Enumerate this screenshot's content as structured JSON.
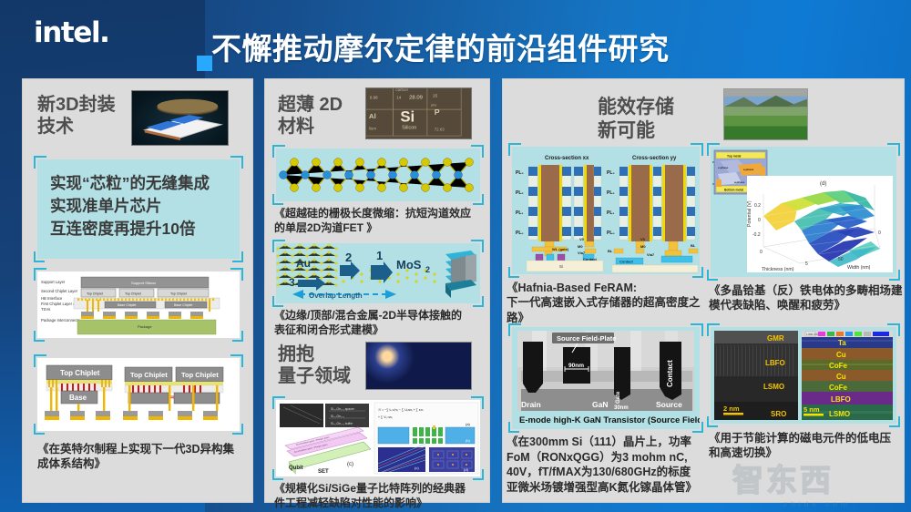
{
  "header": {
    "logo": "intel",
    "logo_dot": ".",
    "title": "不懈推动摩尔定律的前沿组件研究"
  },
  "panels": {
    "left": {
      "heading": "新3D封装\n技术",
      "thumbnail_name": "3d-package-render",
      "callout": "实现“芯粒”的无缝集成\n实现准单片芯片\n互连密度再提升10倍",
      "diagram1": {
        "name": "3d-stack-cross-section",
        "labels": [
          "Support Layer",
          "Second Chiplet Layer",
          "HB Interface",
          "First Chiplet Layer &",
          "TSVs",
          "Package Interconnects"
        ],
        "blocks": [
          "Support Silicon",
          "Top Chiplet",
          "Top Chiplet",
          "Top Chiplet",
          "Base Chiplet",
          "Base Chiplet",
          "Package"
        ]
      },
      "diagram2": {
        "name": "chiplet-bonding-detail",
        "labels": [
          "Top Chiplet",
          "Base",
          "Top Chiplet",
          "Top Chiplet"
        ]
      },
      "caption": "《在英特尔制程上实现下一代3D异构集\n成体系结构》"
    },
    "mid": {
      "heading": "超薄 2D\n材料",
      "thumbnail_name": "periodic-table-silicon",
      "thumbnail_text": "Si",
      "thumbnail_sub": "Silicon",
      "diagram1_name": "2d-lattice-chain",
      "caption1": "《超越硅的栅极长度微缩：抗短沟道效应\n的单层2D沟道FET 》",
      "diagram2": {
        "name": "metal-2d-contact",
        "labels": [
          "Au",
          "2",
          "1",
          "3",
          "MoS",
          "2",
          "Overlap Length"
        ]
      },
      "caption2": "《边缘/顶部/混合金属-2D半导体接触的\n表征和闭合形式建模》",
      "heading2": "拥抱\n量子领域",
      "thumbnail2_name": "quantum-dot-array-image",
      "diagram3": {
        "name": "qubit-set-device",
        "labels": [
          "Qubit",
          "SET",
          "(c)",
          "(a)",
          "(b)",
          "(d)"
        ]
      },
      "caption3": "《规模化Si/SiGe量子比特阵列的经典器\n件工程减轻缺陷对性能的影响》"
    },
    "right": {
      "heading": "能效存储\n新可能",
      "thumbnail_name": "green-field-landscape",
      "feram": {
        "name": "feram-cross-sections",
        "title_xx": "Cross-section xx",
        "title_yy": "Cross-section yy",
        "pl_labels": [
          "PL₃",
          "PL₂",
          "PL₁",
          "PL₀"
        ],
        "inline_labels": [
          "V0",
          "M0",
          "Via7",
          "Contact",
          "WL (gate)",
          "Si",
          "BL"
        ]
      },
      "caption_feram": "《Hafnia-Based FeRAM:\n下一代高速嵌入式存储器的超高密度之路》",
      "ferro": {
        "name": "ferroelectric-domain-plot",
        "inset_labels": [
          "Top metal",
          "c-phase",
          "a-phase",
          "Bottom metal"
        ],
        "panel_tag": "(d)"
      },
      "caption_ferro": "《多晶铪基（反）铁电体的多畴相场建\n模代表缺陷、唤醒和疲劳》",
      "gan": {
        "name": "gan-transistor-tem",
        "labels": [
          "Source Field-Plate",
          "90nm",
          "Drain",
          "GaN",
          "Gate",
          "30nm",
          "Contact",
          "Source"
        ],
        "caption": "E-mode high-K GaN Transistor (Source Field-Plate)"
      },
      "caption_gan": "《在300mm Si（111）晶片上，功率\nFoM（RONxQGG）为3 mohm nC,\n40V，fT/fMAX为130/680GHz的标度\n亚微米场镀增强型高K氮化镓晶体管》",
      "magneto": {
        "name": "magnetoelectric-stack-tem",
        "left_labels": [
          "GMR",
          "LBFO",
          "LSMO",
          "SRO"
        ],
        "left_scale": "2 nm",
        "right_labels": [
          "Ta",
          "Cu",
          "CoFe",
          "Cu",
          "CoFe",
          "LBFO",
          "LSMO"
        ],
        "right_scale": "5 nm"
      },
      "caption_magneto": "《用于节能计算的磁电元件的低电压\n和高速切换》"
    }
  },
  "chart_data": {
    "type": "surface",
    "title": "(d)",
    "xlabel": "Thickness (nm)",
    "ylabel": "Width (nm)",
    "zlabel": "Potential (V)",
    "ztick_labels": [
      "0.2",
      "0",
      "-0.2"
    ],
    "xtick_labels": [
      "0",
      "5"
    ],
    "ytick_labels": [
      "0",
      "50"
    ],
    "zlim": [
      -0.3,
      0.3
    ]
  },
  "watermark": {
    "glyphs": "智东西",
    "url": "zhidx.com"
  }
}
